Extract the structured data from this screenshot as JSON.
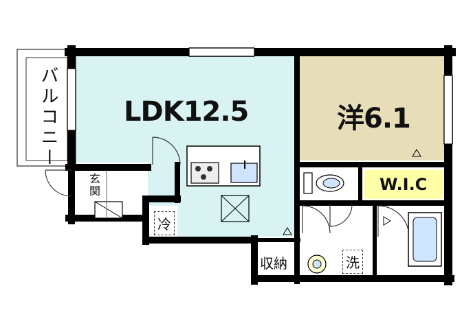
{
  "floorplan": {
    "rooms": {
      "ldk": "LDK12.5",
      "western": "洋6.1",
      "balcony": "バルコニー",
      "wic": "W.I.C",
      "entrance": "玄関",
      "fridge": "冷",
      "storage": "収納",
      "washer": "洗"
    },
    "colors": {
      "ldk_fill": "#d9f3f3",
      "western_fill": "#e8ddb9",
      "wic_fill": "#ffffa8",
      "wall": "#000000"
    }
  }
}
